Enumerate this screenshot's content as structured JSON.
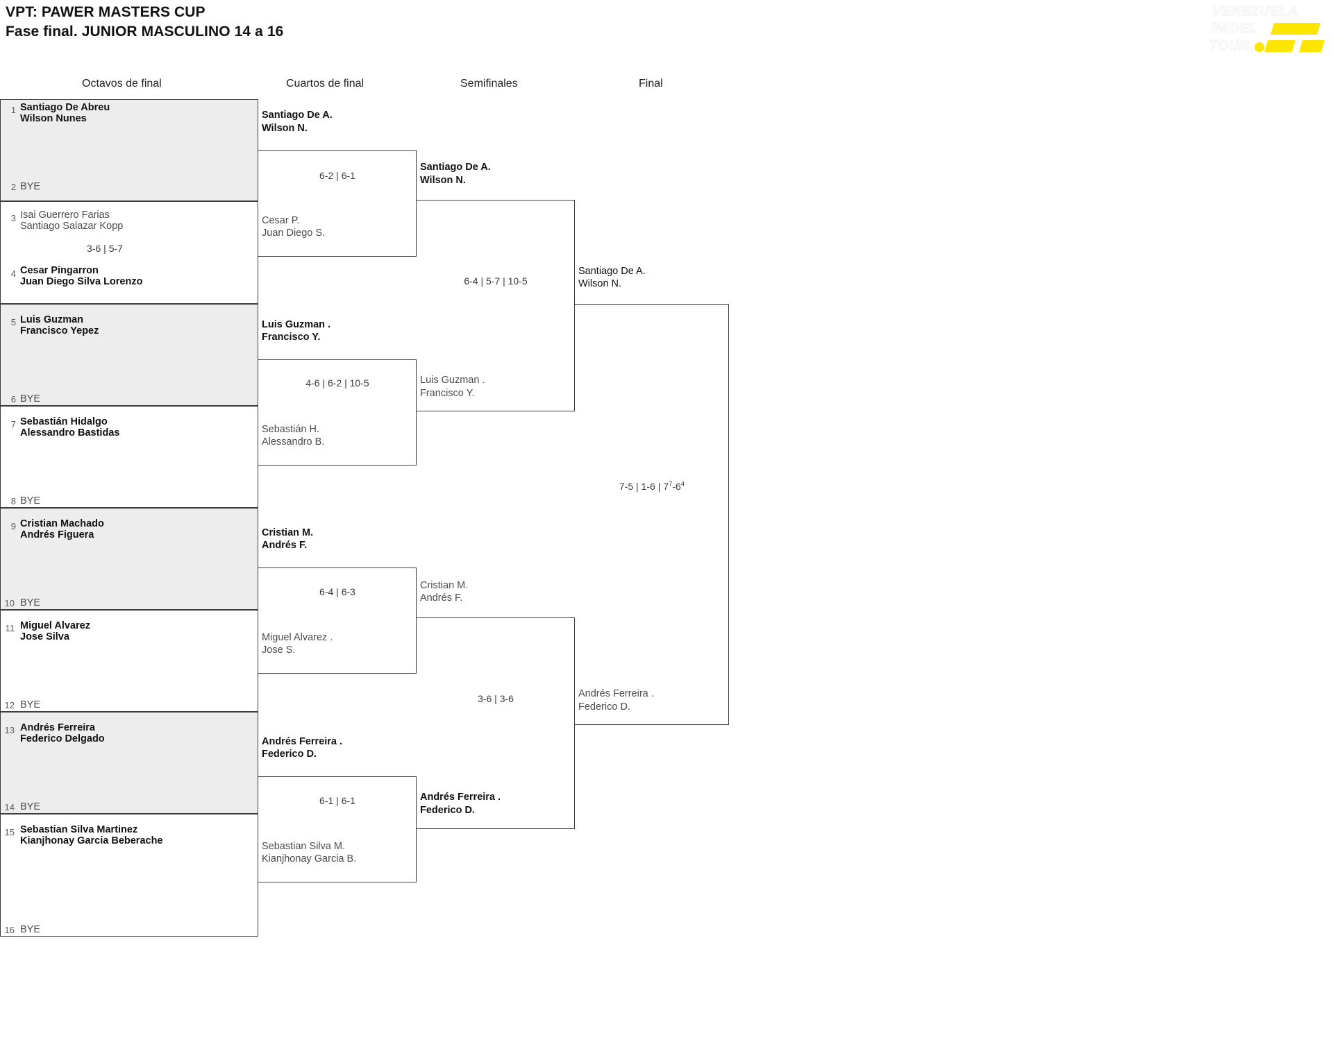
{
  "header": {
    "title_line1": "VPT: PAWER MASTERS CUP",
    "title_line2": "Fase final. JUNIOR MASCULINO 14 a 16"
  },
  "logo": {
    "line1": "VENEZUELA",
    "line2": "PADEL",
    "line3": "TOUR.",
    "accent_color": "#ffe600"
  },
  "columns": [
    {
      "key": "r16",
      "label": "Octavos de final"
    },
    {
      "key": "qf",
      "label": "Cuartos de final"
    },
    {
      "key": "sf",
      "label": "Semifinales"
    },
    {
      "key": "f",
      "label": "Final"
    }
  ],
  "bye_label": "BYE",
  "round16": [
    {
      "seed_top": "1",
      "seed_bottom": "2",
      "shaded": true,
      "top": {
        "p1": "Santiago De Abreu",
        "p2": "Wilson Nunes",
        "result": "win"
      },
      "bottom": {
        "bye": true
      },
      "score": ""
    },
    {
      "seed_top": "3",
      "seed_bottom": "4",
      "shaded": false,
      "top": {
        "p1": "Isai Guerrero Farias",
        "p2": "Santiago Salazar Kopp",
        "result": "lose"
      },
      "bottom": {
        "p1": "Cesar Pingarron",
        "p2": "Juan Diego Silva Lorenzo",
        "result": "win"
      },
      "score": "3-6 | 5-7"
    },
    {
      "seed_top": "5",
      "seed_bottom": "6",
      "shaded": true,
      "top": {
        "p1": "Luis Guzman",
        "p2": "Francisco Yepez",
        "result": "win"
      },
      "bottom": {
        "bye": true
      },
      "score": ""
    },
    {
      "seed_top": "7",
      "seed_bottom": "8",
      "shaded": false,
      "top": {
        "p1": "Sebastián Hidalgo",
        "p2": "Alessandro Bastidas",
        "result": "win"
      },
      "bottom": {
        "bye": true
      },
      "score": ""
    },
    {
      "seed_top": "9",
      "seed_bottom": "10",
      "shaded": true,
      "top": {
        "p1": "Cristian Machado",
        "p2": "Andrés Figuera",
        "result": "win"
      },
      "bottom": {
        "bye": true
      },
      "score": ""
    },
    {
      "seed_top": "11",
      "seed_bottom": "12",
      "shaded": false,
      "top": {
        "p1": "Miguel Alvarez",
        "p2": "Jose Silva",
        "result": "win"
      },
      "bottom": {
        "bye": true
      },
      "score": ""
    },
    {
      "seed_top": "13",
      "seed_bottom": "14",
      "shaded": true,
      "top": {
        "p1": "Andrés Ferreira",
        "p2": "Federico Delgado",
        "result": "win"
      },
      "bottom": {
        "bye": true
      },
      "score": ""
    },
    {
      "seed_top": "15",
      "seed_bottom": "16",
      "shaded": false,
      "top": {
        "p1": "Sebastian Silva Martinez",
        "p2": "Kianjhonay Garcia Beberache",
        "result": "win"
      },
      "bottom": {
        "bye": true
      },
      "score": ""
    }
  ],
  "quarters": [
    {
      "top": {
        "p1": "Santiago De A.",
        "p2": "Wilson N.",
        "result": "win"
      },
      "bottom": {
        "p1": "Cesar P.",
        "p2": "Juan Diego S.",
        "result": "lose"
      },
      "score": "6-2 | 6-1"
    },
    {
      "top": {
        "p1": "Luis Guzman .",
        "p2": "Francisco Y.",
        "result": "win"
      },
      "bottom": {
        "p1": "Sebastián H.",
        "p2": "Alessandro B.",
        "result": "lose"
      },
      "score": "4-6 | 6-2 | 10-5"
    },
    {
      "top": {
        "p1": "Cristian M.",
        "p2": "Andrés F.",
        "result": "win"
      },
      "bottom": {
        "p1": "Miguel Alvarez .",
        "p2": "Jose S.",
        "result": "lose"
      },
      "score": "6-4 | 6-3"
    },
    {
      "top": {
        "p1": "Andrés Ferreira .",
        "p2": "Federico D.",
        "result": "win"
      },
      "bottom": {
        "p1": "Sebastian Silva M.",
        "p2": "Kianjhonay Garcia B.",
        "result": "lose"
      },
      "score": "6-1 | 6-1"
    }
  ],
  "semis": [
    {
      "top": {
        "p1": "Santiago De A.",
        "p2": "Wilson N.",
        "result": "win"
      },
      "bottom": {
        "p1": "Luis Guzman .",
        "p2": "Francisco Y.",
        "result": "lose"
      },
      "score": "6-4 | 5-7 | 10-5"
    },
    {
      "top": {
        "p1": "Cristian M.",
        "p2": "Andrés F.",
        "result": "lose"
      },
      "bottom": {
        "p1": "Andrés Ferreira .",
        "p2": "Federico D.",
        "result": "win"
      },
      "score": "3-6 | 3-6"
    }
  ],
  "final": {
    "top": {
      "p1": "Santiago De A.",
      "p2": "Wilson N.",
      "result": "win"
    },
    "bottom": {
      "p1": "Andrés Ferreira .",
      "p2": "Federico D.",
      "result": "lose"
    },
    "score_parts": [
      {
        "text": "7-5 | 1-6 | 7"
      },
      {
        "sup": "7"
      },
      {
        "text": "-6"
      },
      {
        "sup": "4"
      }
    ],
    "score_plain": "7-5 | 1-6 | 7⁷-6⁴"
  }
}
